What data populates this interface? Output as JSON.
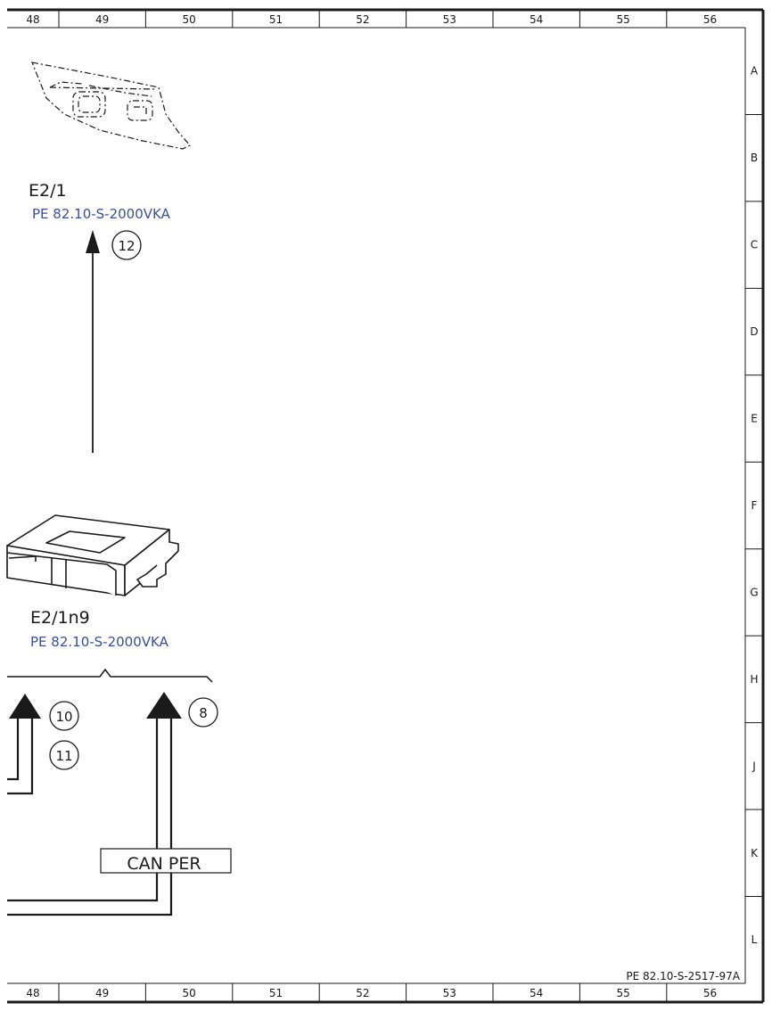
{
  "frame": {
    "columns": [
      "48",
      "49",
      "50",
      "51",
      "52",
      "53",
      "54",
      "55",
      "56"
    ],
    "rows": [
      "A",
      "B",
      "C",
      "D",
      "E",
      "F",
      "G",
      "H",
      "J",
      "K",
      "L"
    ],
    "document_ref": "PE 82.10-S-2517-97A"
  },
  "components": [
    {
      "id": "E2/1",
      "ref": "PE 82.10-S-2000VKA",
      "icon": "headlamp-icon"
    },
    {
      "id": "E2/1n9",
      "ref": "PE 82.10-S-2000VKA",
      "icon": "control-module-icon"
    }
  ],
  "callouts": [
    "12",
    "10",
    "11",
    "8"
  ],
  "bus_label": "CAN PER",
  "colors": {
    "line": "#1a1a1a",
    "reference": "#3a5196"
  }
}
